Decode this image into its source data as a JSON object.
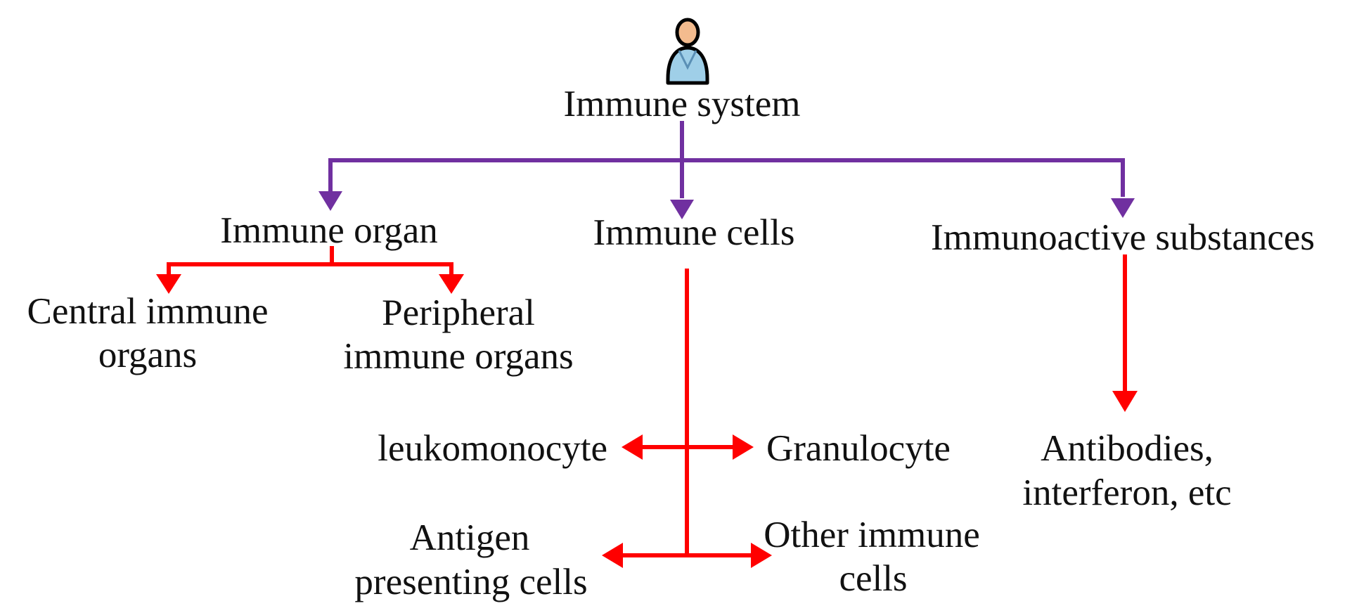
{
  "root": {
    "icon": "person-icon",
    "label": "Immune system"
  },
  "branches": {
    "organ": {
      "label": "Immune organ",
      "children": [
        {
          "line1": "Central immune",
          "line2": "organs"
        },
        {
          "line1": "Peripheral",
          "line2": "immune organs"
        }
      ]
    },
    "cells": {
      "label": "Immune cells",
      "children": {
        "leukomonocyte": "leukomonocyte",
        "granulocyte": "Granulocyte",
        "antigen": {
          "line1": "Antigen",
          "line2": "presenting cells"
        },
        "other": {
          "line1": "Other immune",
          "line2": "cells"
        }
      }
    },
    "substances": {
      "label": "Immunoactive substances",
      "children": {
        "line1": "Antibodies,",
        "line2": "interferon, etc"
      }
    }
  },
  "colors": {
    "level1_arrows": "#7030A0",
    "level2_arrows": "#FF0000",
    "text": "#111111"
  }
}
